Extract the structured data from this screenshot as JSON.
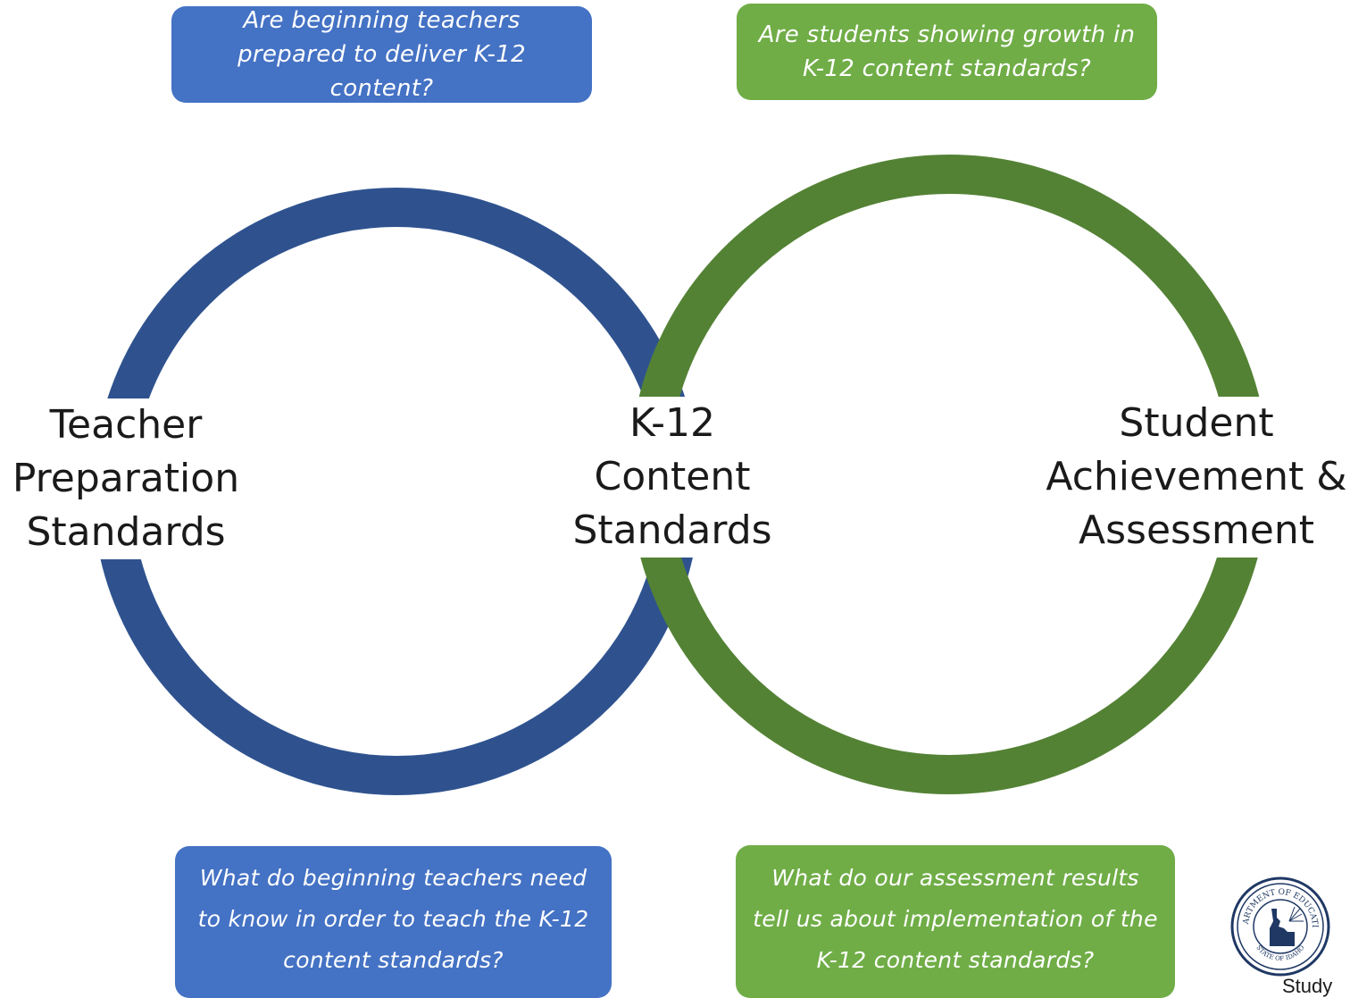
{
  "colors": {
    "blue_box": "#4472c4",
    "blue_ring": "#2f528f",
    "green_box": "#70ad47",
    "green_ring": "#548235",
    "text_dark": "#1a1a1a",
    "box_text": "#ffffff"
  },
  "questions": {
    "top_left": "Are beginning teachers prepared to deliver K-12 content?",
    "top_right": "Are students showing growth in K-12 content standards?",
    "bottom_left": "What do beginning teachers need to know in order to teach the K-12 content standards?",
    "bottom_right": "What do our assessment results tell us about implementation of the K-12 content standards?"
  },
  "nodes": {
    "left": "Teacher\nPreparation\nStandards",
    "center": "K-12\nContent\nStandards",
    "right": "Student\nAchievement &\nAssessment"
  },
  "seal": {
    "icon": "state-seal-icon",
    "text_top": "DEPARTMENT OF EDUCATION",
    "text_bottom": "STATE OF IDAHO"
  },
  "footer": {
    "corner_text": "Study"
  }
}
